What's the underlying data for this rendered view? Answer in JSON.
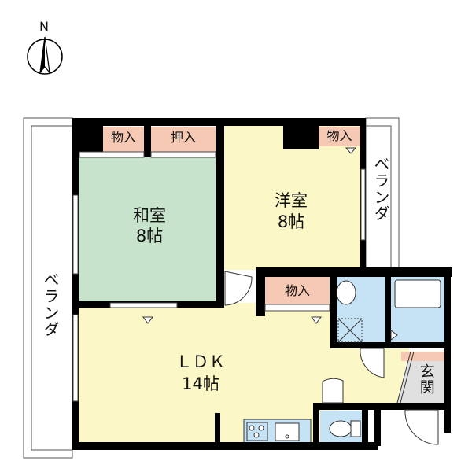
{
  "compass": {
    "label": "N",
    "icon": "north-arrow-icon"
  },
  "rooms": {
    "washitsu": {
      "name": "和室",
      "size": "8帖",
      "color": "#c8e3cc"
    },
    "yoshitsu": {
      "name": "洋室",
      "size": "8帖",
      "color": "#fcf7c6"
    },
    "ldk": {
      "name": "ＬＤＫ",
      "size": "14帖",
      "color": "#fcf7c6"
    },
    "genkan": {
      "name": "玄関",
      "color": "#e0e0e0"
    }
  },
  "storage": {
    "washitsu_closet": "物入",
    "washitsu_oshiire": "押入",
    "yoshitsu_closet": "物入",
    "ldk_closet": "物入",
    "color": "#f6c9b4"
  },
  "balconies": {
    "left": "ベランダ",
    "right": "ベランダ"
  },
  "colors": {
    "wall": "#000000",
    "wet_area": "#c6e2f5"
  }
}
